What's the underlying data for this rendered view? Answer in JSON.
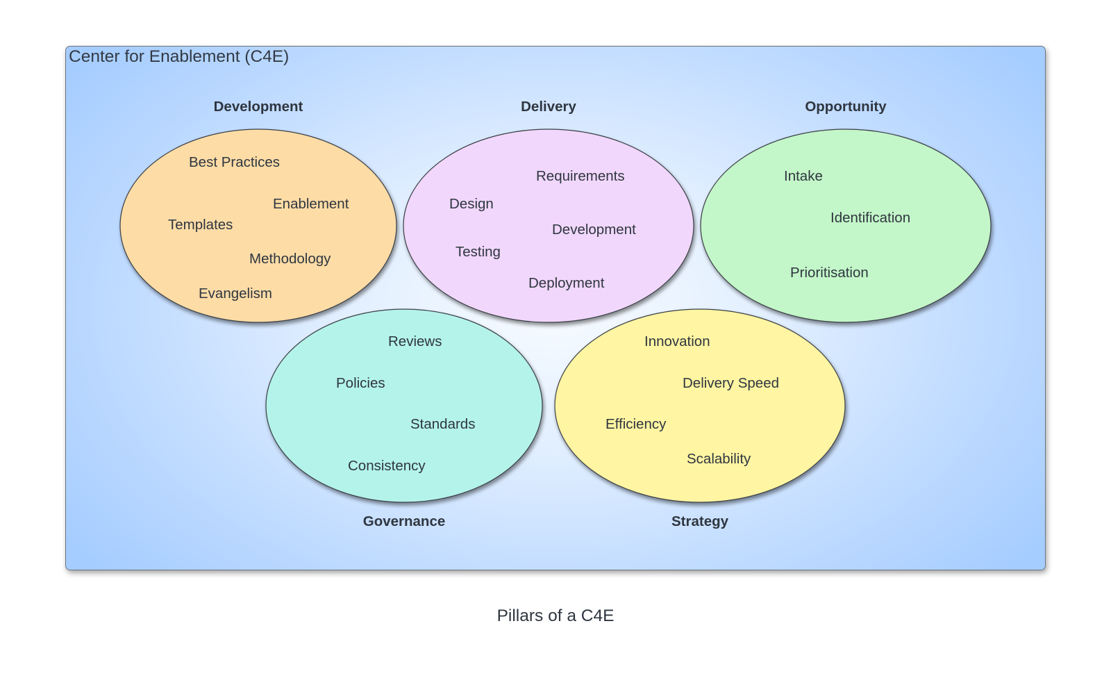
{
  "container": {
    "title": "Center for Enablement (C4E)"
  },
  "caption": "Pillars of a C4E",
  "pillars": [
    {
      "id": "development",
      "title": "Development",
      "fill": "#fddca6",
      "items": [
        "Best Practices",
        "Enablement",
        "Templates",
        "Methodology",
        "Evangelism"
      ]
    },
    {
      "id": "delivery",
      "title": "Delivery",
      "fill": "#f1d7fb",
      "items": [
        "Requirements",
        "Design",
        "Development",
        "Testing",
        "Deployment"
      ]
    },
    {
      "id": "opportunity",
      "title": "Opportunity",
      "fill": "#c3f6c8",
      "items": [
        "Intake",
        "Identification",
        "Prioritisation"
      ]
    },
    {
      "id": "governance",
      "title": "Governance",
      "fill": "#b4f3ea",
      "items": [
        "Reviews",
        "Policies",
        "Standards",
        "Consistency"
      ]
    },
    {
      "id": "strategy",
      "title": "Strategy",
      "fill": "#fff5a2",
      "items": [
        "Innovation",
        "Delivery Speed",
        "Efficiency",
        "Scalability"
      ]
    }
  ]
}
